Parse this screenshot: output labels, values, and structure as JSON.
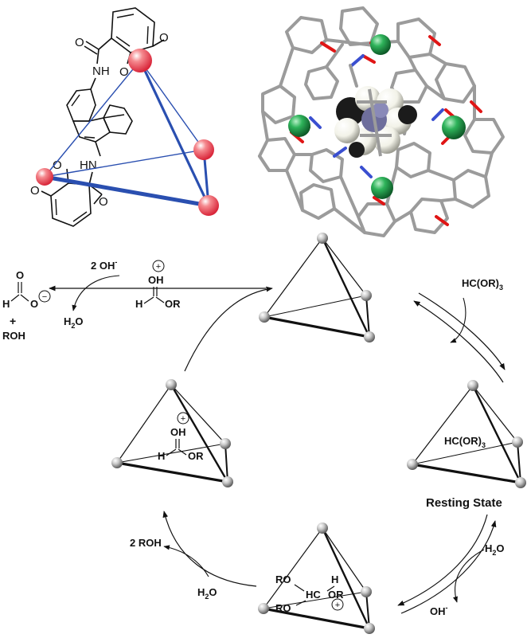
{
  "top_left_structure": {
    "atoms": [
      "O",
      "O",
      "NH",
      "HN",
      "O",
      "O",
      "O",
      "O"
    ]
  },
  "cycle": {
    "top_products": {
      "reagent": "2 OH",
      "reagent_sup": "-",
      "formate_O1": "O",
      "formate_H": "H",
      "formate_O2": "O",
      "formate_charge": "−",
      "plus": "+",
      "roh": "ROH",
      "water_H": "H",
      "water_sub": "2",
      "water_O": "O",
      "cation_charge": "+",
      "cation_OH": "OH",
      "cation_H": "H",
      "cation_OR": "OR"
    },
    "right_top": {
      "reagent_main": "HC(OR)",
      "reagent_sub": "3"
    },
    "resting_state": {
      "guest_main": "HC(OR)",
      "guest_sub": "3",
      "label": "Resting State"
    },
    "bottom_right": {
      "water_H": "H",
      "water_sub": "2",
      "water_O": "O",
      "hydroxide": "OH",
      "hydroxide_sup": "-"
    },
    "bottom_center": {
      "ro1": "RO",
      "h": "H",
      "hc": "HC",
      "or": "OR",
      "ro2": "RO",
      "charge": "+"
    },
    "bottom_left": {
      "product": "2 ROH",
      "water_H": "H",
      "water_sub": "2",
      "water_O": "O"
    },
    "left_tetrahedron": {
      "charge": "+",
      "oh": "OH",
      "h": "H",
      "or": "OR"
    }
  },
  "colors": {
    "vertex_sphere": "#9a9a9a",
    "red_sphere": "#e3303d",
    "metal_green": "#22a050",
    "stick_gray": "#9b9b9b",
    "oxygen_red": "#e01515",
    "nitrogen_blue": "#3a4fd0",
    "cage_blue": "#2a4fb0"
  }
}
